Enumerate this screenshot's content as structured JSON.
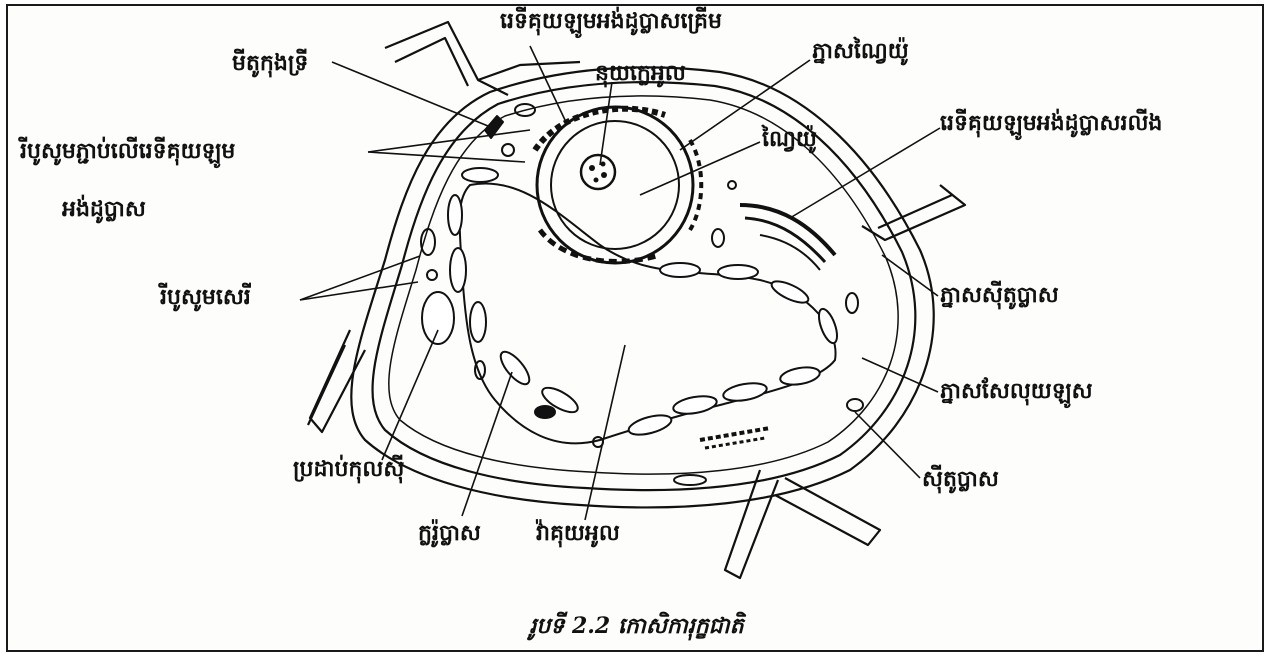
{
  "labels": {
    "microbody": "មីតូកុងទ្រី",
    "rough_er": "រេទីគុយឡូមអង់ដូប្លាសគ្រើម",
    "nuclear_membrane": "ភ្នាសណ្វៃយ៉ូ",
    "nucleolus": "នុយក្លេអូល",
    "nucleus": "ណ្វៃយ៉ូ",
    "smooth_er": "រេទីគុយឡូមអង់ដូប្លាសរលីង",
    "ribosome_attached_line1": "រីបូសូមភ្ជាប់លើរេទីគុយឡូម",
    "ribosome_attached_line2": "អង់ដូប្លាស",
    "free_ribosome": "រីបូសូមសេរី",
    "plastid_membrane": "ភ្នាសស៊ីតូប្លាស",
    "cell_membrane": "ភ្នាសសែលុយឡូស",
    "cytoplasm": "ស៊ីតូប្លាស",
    "plasmodesma": "ប្រដាប់កុលស៊ី",
    "chloroplast": "ក្លរ៉ូប្លាស",
    "vacuole": "វ៉ាគុយអូល"
  },
  "caption": "រូបទី 2.2  កោសិការុក្ខជាតិ",
  "colors": {
    "ink": "#111111",
    "background": "#fdfdfb",
    "frame": "#1a1a1a"
  }
}
